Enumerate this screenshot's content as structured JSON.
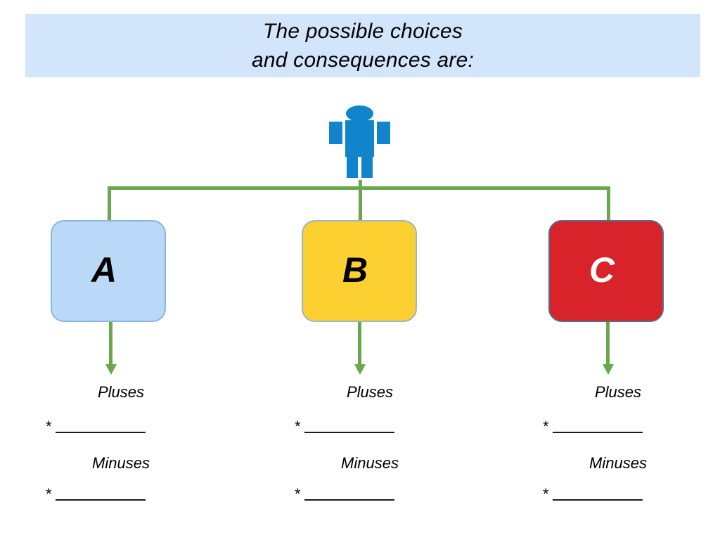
{
  "title": {
    "lines": [
      "The possible choices",
      "and consequences are:"
    ],
    "background_color": "#d3e5fb",
    "text_color": "#000000"
  },
  "person": {
    "icon_name": "person-figure-icon",
    "color": "#1185cb"
  },
  "connector": {
    "color": "#6aa84f"
  },
  "choices": [
    {
      "id": "a",
      "letter": "A",
      "fill_color": "#bad8f7",
      "border_color": "#8cb6e0",
      "letter_color": "#000000"
    },
    {
      "id": "b",
      "letter": "B",
      "fill_color": "#fdd031",
      "border_color": "#9ab6c9",
      "letter_color": "#000000"
    },
    {
      "id": "c",
      "letter": "C",
      "fill_color": "#d8232a",
      "border_color": "#5a6b86",
      "letter_color": "#ffffff"
    }
  ],
  "consequences": [
    {
      "id": "a",
      "pluses_label": "Pluses",
      "pluses_bullet": "*",
      "pluses_value": "",
      "minuses_label": "Minuses",
      "minuses_bullet": "*",
      "minuses_value": ""
    },
    {
      "id": "b",
      "pluses_label": "Pluses",
      "pluses_bullet": "*",
      "pluses_value": "",
      "minuses_label": "Minuses",
      "minuses_bullet": "*",
      "minuses_value": ""
    },
    {
      "id": "c",
      "pluses_label": "Pluses",
      "pluses_bullet": "*",
      "pluses_value": "",
      "minuses_label": "Minuses",
      "minuses_bullet": "*",
      "minuses_value": ""
    }
  ]
}
